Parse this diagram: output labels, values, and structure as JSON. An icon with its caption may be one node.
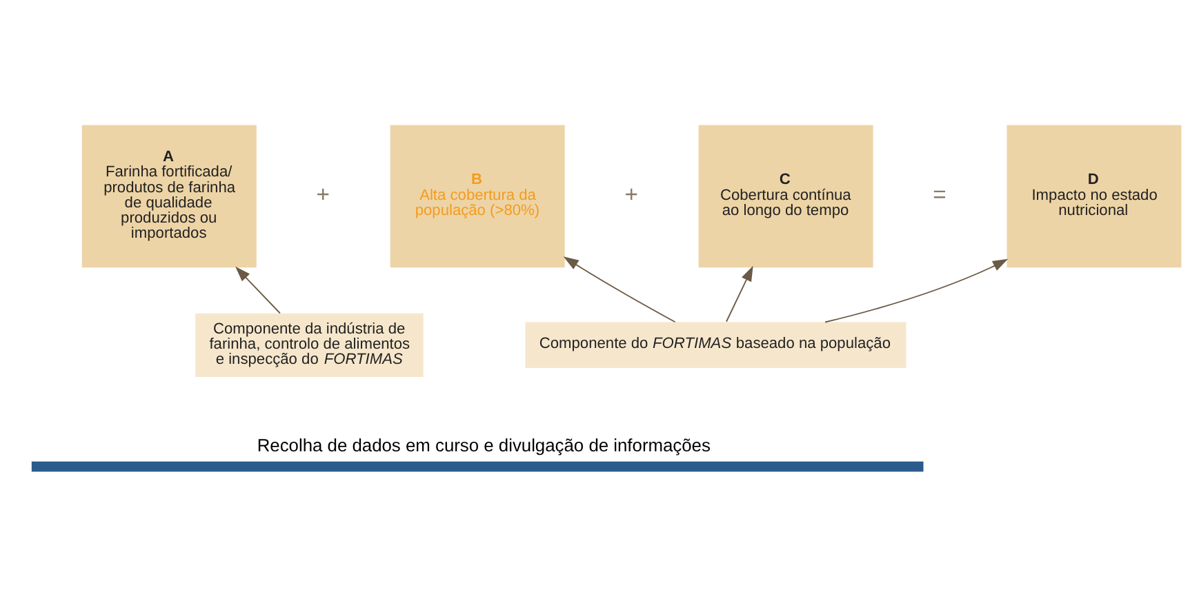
{
  "diagram": {
    "nodes": [
      {
        "text": [
          "A",
          "Farinha fortificada/ produtos de farinha de qualidade produzidos ou importados"
        ]
      },
      {
        "text": [
          "B",
          "Alta cobertura da população (>80%)"
        ]
      },
      {
        "text": [
          "C",
          "Cobertura contínua ao longo do tempo"
        ]
      },
      {
        "text": [
          "D",
          "Impacto no estado nutricional"
        ]
      },
      {
        "text": [
          "Componente da indústria de farinha, controlo de alimentos e inspecção do *FORTIMAS*"
        ]
      },
      {
        "text": [
          "Componente do *FORTIMAS* baseado na população"
        ]
      }
    ],
    "edges": [
      {
        "from": 4,
        "to": 0,
        "arrow": "to"
      },
      {
        "from": 5,
        "to": 1,
        "arrow": "to"
      },
      {
        "from": 5,
        "to": 2,
        "arrow": "to"
      },
      {
        "from": 5,
        "to": 3,
        "arrow": "to"
      }
    ],
    "labels": [
      "+",
      "+",
      "=",
      "Recolha de dados em curso e divulgação de informações"
    ]
  }
}
